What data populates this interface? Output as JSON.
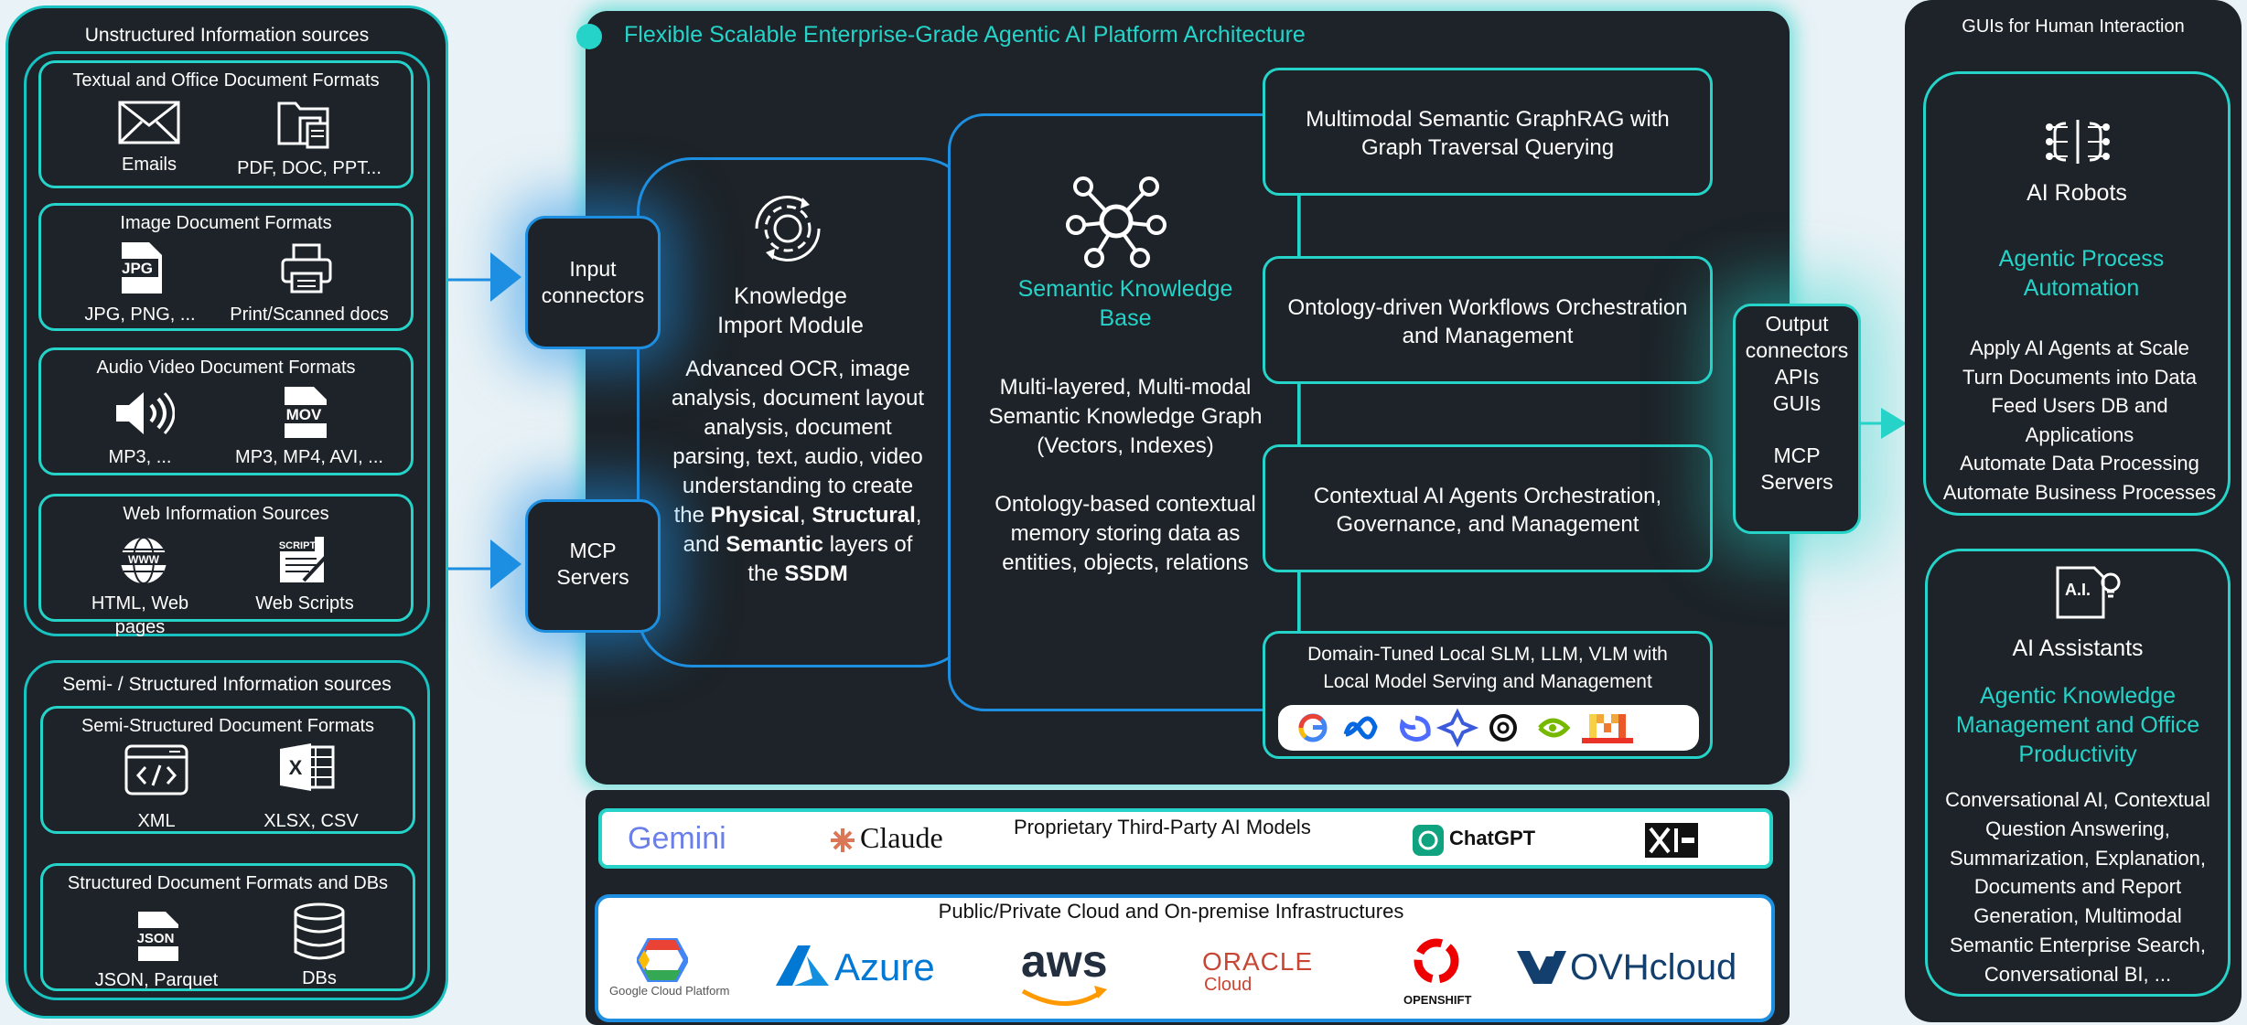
{
  "left": {
    "unstructured_title": "Unstructured Information sources",
    "groups": [
      {
        "title": "Textual and Office Document Formats",
        "items": [
          {
            "icon": "envelope-icon",
            "label": "Emails"
          },
          {
            "icon": "folder-docs-icon",
            "label": "PDF, DOC, PPT..."
          }
        ]
      },
      {
        "title": "Image Document Formats",
        "items": [
          {
            "icon": "jpg-file-icon",
            "label": "JPG, PNG, ..."
          },
          {
            "icon": "printer-icon",
            "label": "Print/Scanned docs"
          }
        ]
      },
      {
        "title": "Audio Video Document Formats",
        "items": [
          {
            "icon": "speaker-icon",
            "label": "MP3, ..."
          },
          {
            "icon": "mov-file-icon",
            "label": "MP3, MP4, AVI, ..."
          }
        ]
      },
      {
        "title": "Web Information Sources",
        "items": [
          {
            "icon": "www-globe-icon",
            "label": "HTML, Web pages"
          },
          {
            "icon": "script-icon",
            "label": "Web Scripts"
          }
        ]
      }
    ],
    "structured_title": "Semi- / Structured Information sources",
    "sgroups": [
      {
        "title": "Semi-Structured Document Formats",
        "items": [
          {
            "icon": "code-window-icon",
            "label": "XML"
          },
          {
            "icon": "excel-icon",
            "label": "XLSX, CSV"
          }
        ]
      },
      {
        "title": "Structured Document Formats and DBs",
        "items": [
          {
            "icon": "json-file-icon",
            "label": "JSON, Parquet"
          },
          {
            "icon": "database-icon",
            "label": "DBs"
          }
        ]
      }
    ]
  },
  "platform": {
    "title": "Flexible Scalable Enterprise-Grade Agentic AI Platform Architecture",
    "input_connectors": "Input connectors",
    "mcp_servers": "MCP Servers",
    "import_module": {
      "title": "Knowledge Import Module",
      "desc_start": "Advanced OCR, image analysis, document layout analysis, document parsing, text, audio, video understanding to create the ",
      "physical": "Physical",
      "comma": ", ",
      "structural": "Structural",
      "and": ", and ",
      "semantic": "Semantic",
      "layers": " layers of the ",
      "ssdm": "SSDM"
    },
    "kb": {
      "title": "Semantic Knowledge Base",
      "desc1": "Multi-layered, Multi-modal Semantic Knowledge Graph (Vectors, Indexes)",
      "desc2": "Ontology-based contextual memory storing data as entities, objects, relations"
    },
    "right_boxes": [
      "Multimodal Semantic GraphRAG with Graph Traversal Querying",
      "Ontology-driven Workflows  Orchestration and Management",
      "Contextual AI Agents Orchestration, Governance, and Management"
    ],
    "slm_box": "Domain-Tuned Local SLM, LLM, VLM with Local Model Serving and Management",
    "output": {
      "line1": "Output",
      "line2": "connectors",
      "line3": "APIs",
      "line4": "GUIs",
      "mcp1": "MCP",
      "mcp2": "Servers"
    }
  },
  "proprietary": {
    "title": "Proprietary Third-Party AI Models",
    "gemini": "Gemini",
    "claude": "Claude",
    "chatgpt": "ChatGPT"
  },
  "cloud": {
    "title": "Public/Private Cloud and On-premise Infrastructures",
    "gcp": "Google Cloud Platform",
    "azure": "Azure",
    "aws": "aws",
    "oracle1": "ORACLE",
    "oracle2": "Cloud",
    "openshift": "OPENSHIFT",
    "ovh": "OVHcloud"
  },
  "right": {
    "title": "GUIs for Human Interaction",
    "robots": {
      "title": "AI Robots",
      "subtitle": "Agentic Process Automation",
      "items": [
        "Apply AI Agents at Scale",
        "Turn Documents into Data",
        "Feed Users DB and Applications",
        "Automate Data Processing",
        "Automate Business Processes"
      ]
    },
    "assistants": {
      "icon_text": "A.I.",
      "title": "AI Assistants",
      "subtitle": "Agentic Knowledge Management and Office Productivity",
      "desc": "Conversational AI, Contextual Question Answering, Summarization, Explanation, Documents and Report Generation, Multimodal Semantic Enterprise Search, Conversational BI, ..."
    }
  },
  "colors": {
    "teal": "#25d3c9",
    "blue": "#1e8fe0",
    "panel": "#1d2328",
    "background": "#e9f2f6"
  }
}
